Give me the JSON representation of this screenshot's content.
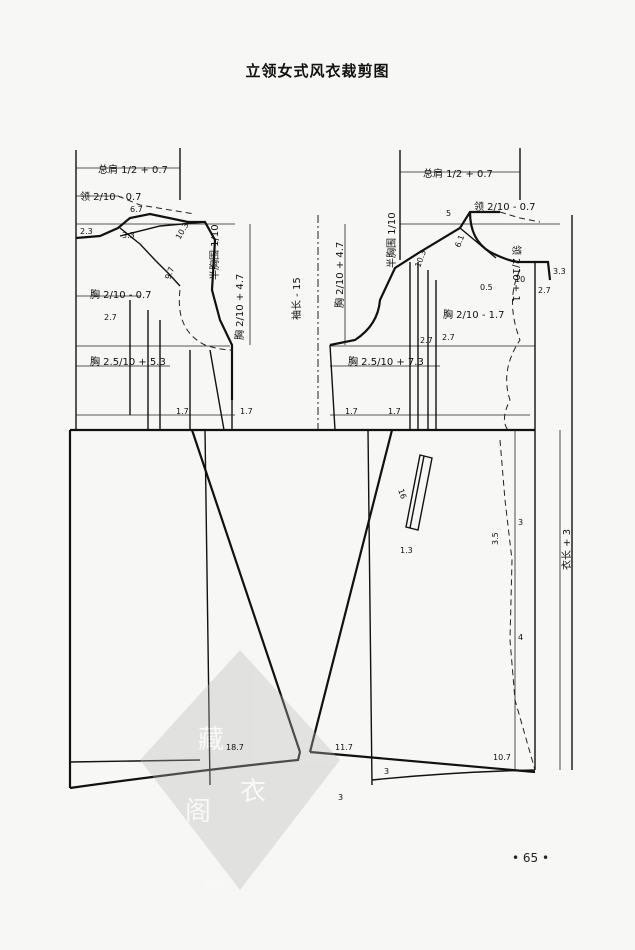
{
  "title": "立领女式风衣裁剪图",
  "page_number": "• 65 •",
  "watermark": "藏衣阁 PDG",
  "labels": {
    "total_shoulder_left": "总肩 1/2 + 0.7",
    "total_shoulder_right": "总肩 1/2 + 0.7",
    "collar_left": "领 2/10 - 0.7",
    "collar_right": "领 2/10 - 0.7",
    "collar_side_right": "领 2/10 + 1",
    "half_chest_left": "半胸围 1/10",
    "half_chest_right": "半胸围 1/10",
    "chest_left_upper": "胸 2/10 - 0.7",
    "chest_right_upper": "胸 2/10 - 1.7",
    "chest_left_mid": "胸 2/10 + 4.7",
    "chest_right_mid": "胸 2/10 + 4.7",
    "chest_left_lower": "胸 2.5/10 + 5.3",
    "chest_right_lower": "胸 2.5/10 + 7.3",
    "sleeve_length": "袖长 - 15",
    "coat_length": "衣长 + 3",
    "v_2_3": "2.3",
    "v_3_3": "3.3",
    "v_6_7": "6.7",
    "v_10_3": "10.3",
    "v_9_7": "9.7",
    "v_2_7_left": "2.7",
    "v_2_7_right_a": "2.7",
    "v_2_7_right_b": "2.7",
    "v_1_7_a": "1.7",
    "v_1_7_b": "1.7",
    "v_1_7_c": "1.7",
    "v_1_7_d": "1.7",
    "v_5": "5",
    "v_6_1": "6.1",
    "v_10_3_right": "10.3",
    "v_0_5": "0.5",
    "v_10": "10",
    "v_3_3_right": "3.3",
    "v_2_7_far": "2.7",
    "v_16": "16",
    "v_1_3": "1.3",
    "v_3_5": "3.5",
    "v_3": "3",
    "v_4": "4",
    "v_18_7": "18.7",
    "v_11_7": "11.7",
    "v_10_7": "10.7",
    "v_3_hem": "3",
    "v_3_bottom": "3"
  }
}
